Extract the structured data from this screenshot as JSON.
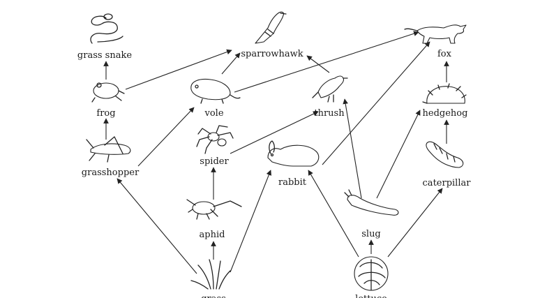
{
  "organisms": {
    "grass_snake": "grass  snake",
    "sparrowhawk": "sparrowhawk",
    "fox": "fox",
    "frog": "frog",
    "vole": "vole",
    "thrush": "thrush",
    "hedgehog": "hedgehog",
    "grasshopper": "grasshopper",
    "spider": "spider",
    "rabbit": "rabbit",
    "caterpillar": "caterpillar",
    "aphid": "aphid",
    "slug": "slug",
    "grass": "grass",
    "lettuce": "lettuce"
  },
  "feeding_links": [
    {
      "from": "frog",
      "to": "grass_snake"
    },
    {
      "from": "frog",
      "to": "sparrowhawk"
    },
    {
      "from": "vole",
      "to": "sparrowhawk"
    },
    {
      "from": "thrush",
      "to": "sparrowhawk"
    },
    {
      "from": "vole",
      "to": "fox"
    },
    {
      "from": "rabbit",
      "to": "fox"
    },
    {
      "from": "hedgehog",
      "to": "fox"
    },
    {
      "from": "grasshopper",
      "to": "frog"
    },
    {
      "from": "grasshopper",
      "to": "vole"
    },
    {
      "from": "spider",
      "to": "thrush"
    },
    {
      "from": "slug",
      "to": "thrush"
    },
    {
      "from": "slug",
      "to": "hedgehog"
    },
    {
      "from": "caterpillar",
      "to": "hedgehog"
    },
    {
      "from": "aphid",
      "to": "spider"
    },
    {
      "from": "grass",
      "to": "grasshopper"
    },
    {
      "from": "grass",
      "to": "aphid"
    },
    {
      "from": "grass",
      "to": "rabbit"
    },
    {
      "from": "lettuce",
      "to": "rabbit"
    },
    {
      "from": "lettuce",
      "to": "slug"
    },
    {
      "from": "lettuce",
      "to": "caterpillar"
    }
  ]
}
